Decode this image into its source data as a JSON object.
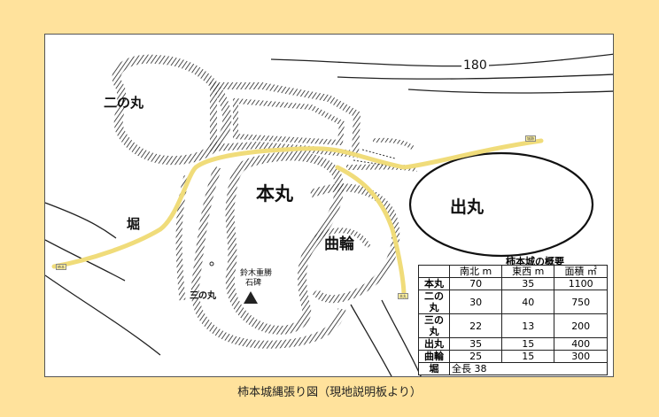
{
  "labels": {
    "ninomaru": "二の丸",
    "honmaru": "本丸",
    "demaru": "出丸",
    "kuruwa": "曲輪",
    "hori": "堀",
    "sannomaru": "三の丸",
    "monument_line1": "鈴木重勝",
    "monument_line2": "石碑",
    "contour": "180"
  },
  "signs": [
    "柿本",
    "城跡",
    "本丸"
  ],
  "table": {
    "title": "柿本城の概要",
    "headers": [
      "",
      "南北 m",
      "東西 m",
      "面積 ㎡"
    ],
    "rows": [
      {
        "name": "本丸",
        "ns": "70",
        "ew": "35",
        "area": "1100"
      },
      {
        "name": "二の丸",
        "ns": "30",
        "ew": "40",
        "area": "750"
      },
      {
        "name": "三の丸",
        "ns": "22",
        "ew": "13",
        "area": "200"
      },
      {
        "name": "出丸",
        "ns": "35",
        "ew": "15",
        "area": "400"
      },
      {
        "name": "曲輪",
        "ns": "25",
        "ew": "15",
        "area": "300"
      }
    ],
    "hori": {
      "name": "堀",
      "value": "全長 38"
    }
  },
  "caption": "柿本城縄張り図（現地説明板より）",
  "colors": {
    "background": "#ffe29c",
    "path": "#f0dc7a"
  }
}
